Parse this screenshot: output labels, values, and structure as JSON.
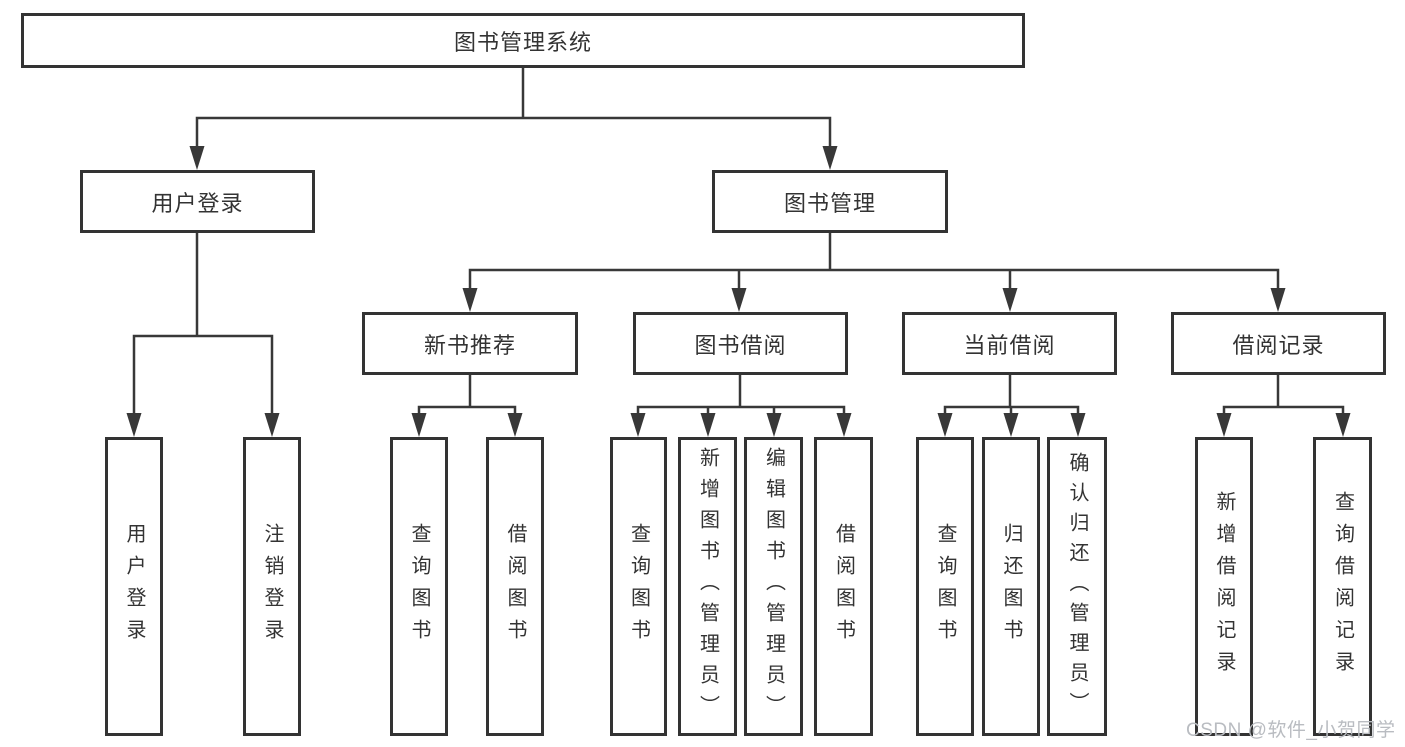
{
  "diagram": {
    "title": "图书管理系统",
    "nodes": {
      "root": "图书管理系统",
      "user_login": "用户登录",
      "book_management": "图书管理",
      "new_book_recommend": "新书推荐",
      "book_borrow": "图书借阅",
      "current_borrow": "当前借阅",
      "borrow_records": "借阅记录",
      "user_login_leaf": "用户登录",
      "logout_leaf": "注销登录",
      "nb_query_books": "查询图书",
      "nb_borrow_books": "借阅图书",
      "bb_query_books": "查询图书",
      "bb_add_books": "新增图书（管理员）",
      "bb_edit_books": "编辑图书（管理员）",
      "bb_borrow_books": "借阅图书",
      "cb_query_books": "查询图书",
      "cb_return_books": "归还图书",
      "cb_confirm_return": "确认归还（管理员）",
      "br_add_record": "新增借阅记录",
      "br_query_record": "查询借阅记录"
    },
    "edges": [
      [
        "图书管理系统",
        "用户登录"
      ],
      [
        "图书管理系统",
        "图书管理"
      ],
      [
        "用户登录",
        "用户登录"
      ],
      [
        "用户登录",
        "注销登录"
      ],
      [
        "图书管理",
        "新书推荐"
      ],
      [
        "图书管理",
        "图书借阅"
      ],
      [
        "图书管理",
        "当前借阅"
      ],
      [
        "图书管理",
        "借阅记录"
      ],
      [
        "新书推荐",
        "查询图书"
      ],
      [
        "新书推荐",
        "借阅图书"
      ],
      [
        "图书借阅",
        "查询图书"
      ],
      [
        "图书借阅",
        "新增图书（管理员）"
      ],
      [
        "图书借阅",
        "编辑图书（管理员）"
      ],
      [
        "图书借阅",
        "借阅图书"
      ],
      [
        "当前借阅",
        "查询图书"
      ],
      [
        "当前借阅",
        "归还图书"
      ],
      [
        "当前借阅",
        "确认归还（管理员）"
      ],
      [
        "借阅记录",
        "新增借阅记录"
      ],
      [
        "借阅记录",
        "查询借阅记录"
      ]
    ],
    "watermark": "CSDN @软件_小贺同学",
    "colors": {
      "line": "#383838",
      "box_border": "#333333",
      "text": "#333333",
      "watermark": "#b9bcc1",
      "background": "#ffffff"
    }
  }
}
